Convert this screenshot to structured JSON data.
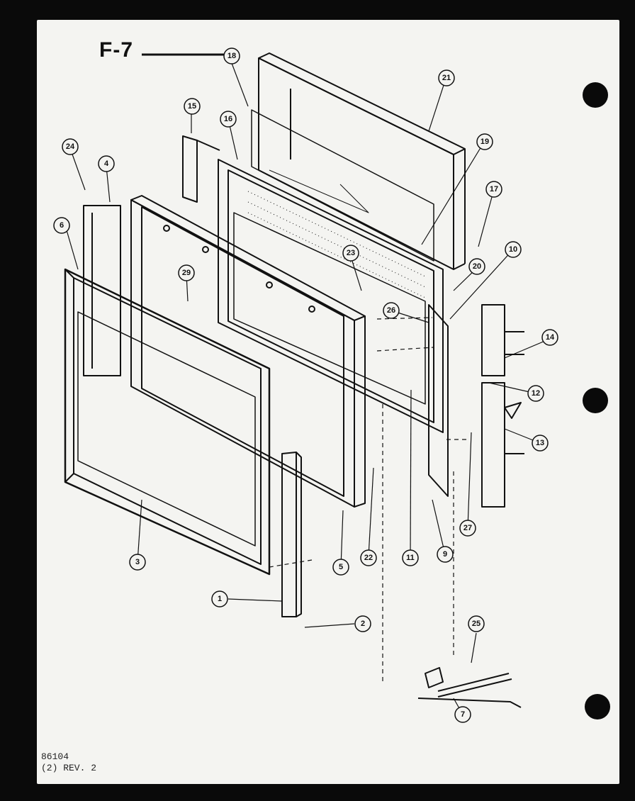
{
  "figure": {
    "title": "F-7"
  },
  "callouts": [
    "18",
    "21",
    "15",
    "16",
    "19",
    "24",
    "4",
    "6",
    "17",
    "23",
    "29",
    "20",
    "10",
    "26",
    "14",
    "12",
    "13",
    "27",
    "5",
    "22",
    "11",
    "9",
    "3",
    "1",
    "2",
    "25",
    "7"
  ],
  "footer": {
    "code": "86104",
    "rev": "(2) REV. 2"
  },
  "colors": {
    "ink": "#111111",
    "paper": "#f4f4f1",
    "border": "#0a0a0a"
  }
}
